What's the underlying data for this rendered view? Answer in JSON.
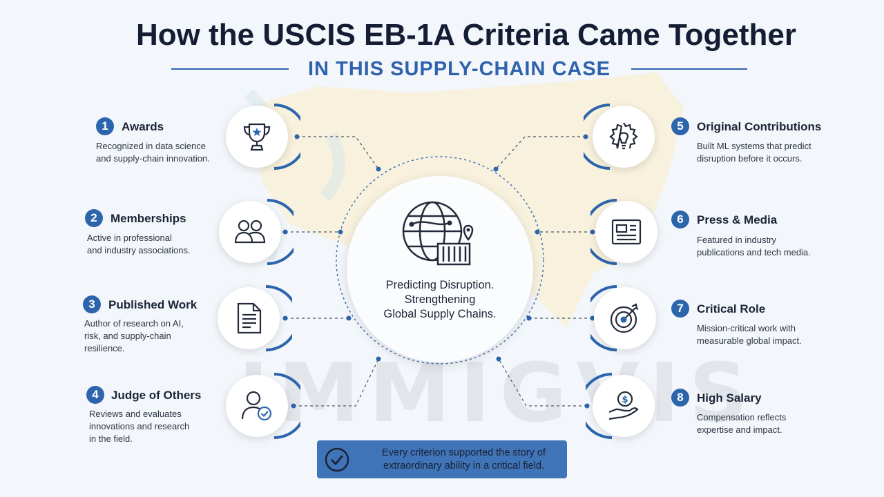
{
  "title": "How the USCIS EB-1A Criteria Came Together",
  "subtitle": "IN THIS SUPPLY-CHAIN CASE",
  "watermark": "IMMIGVIS",
  "center": {
    "line1": "Predicting Disruption.",
    "line2": "Strengthening",
    "line3": "Global Supply Chains."
  },
  "criteria": [
    {
      "number": "1",
      "label": "Awards",
      "desc1": "Recognized in data science",
      "desc2": "and supply-chain innovation.",
      "desc3": "",
      "icon": "trophy-icon"
    },
    {
      "number": "2",
      "label": "Memberships",
      "desc1": "Active in professional",
      "desc2": "and industry associations.",
      "desc3": "",
      "icon": "people-icon"
    },
    {
      "number": "3",
      "label": "Published Work",
      "desc1": "Author of research on AI,",
      "desc2": "risk, and supply-chain",
      "desc3": "resilience.",
      "icon": "document-icon"
    },
    {
      "number": "4",
      "label": "Judge of Others",
      "desc1": "Reviews and evaluates",
      "desc2": "innovations and research",
      "desc3": "in the field.",
      "icon": "user-check-icon"
    },
    {
      "number": "5",
      "label": "Original Contributions",
      "desc1": "Built ML systems that predict",
      "desc2": "disruption before it occurs.",
      "desc3": "",
      "icon": "gear-bulb-icon"
    },
    {
      "number": "6",
      "label": "Press & Media",
      "desc1": "Featured in industry",
      "desc2": "publications and tech media.",
      "desc3": "",
      "icon": "newspaper-icon"
    },
    {
      "number": "7",
      "label": "Critical Role",
      "desc1": "Mission-critical work with",
      "desc2": "measurable global impact.",
      "desc3": "",
      "icon": "target-icon"
    },
    {
      "number": "8",
      "label": "High Salary",
      "desc1": "Compensation reflects",
      "desc2": "expertise and impact.",
      "desc3": "",
      "icon": "hand-dollar-icon"
    }
  ],
  "banner": {
    "line1": "Every criterion supported the story of",
    "line2": "extraordinary ability in a critical field."
  },
  "colors": {
    "accent": "#2d65ad",
    "title": "#141d33",
    "banner": "#3f74b8"
  }
}
